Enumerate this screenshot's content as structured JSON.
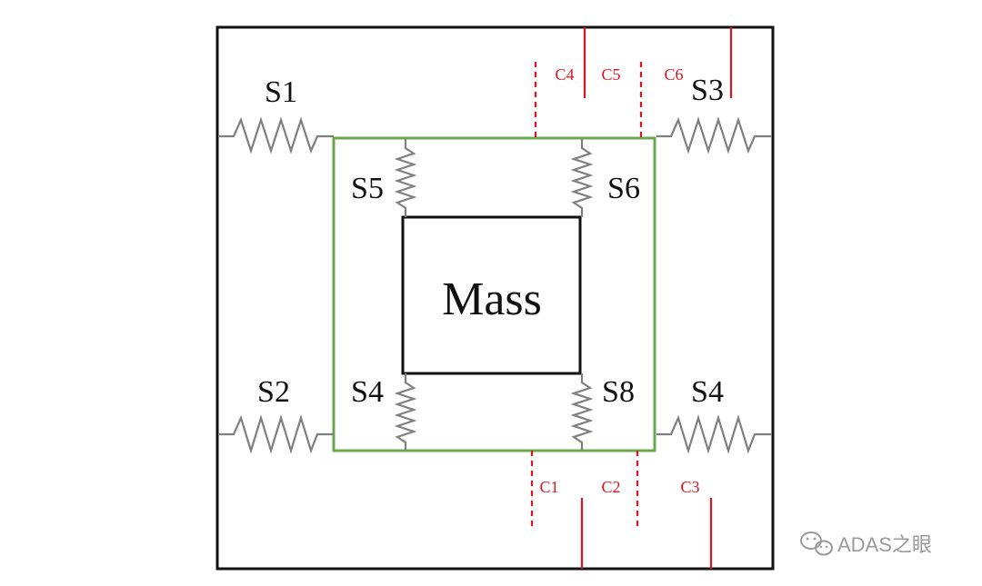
{
  "diagram": {
    "mass_label": "Mass",
    "spring_labels": {
      "s1": "S1",
      "s2": "S2",
      "s3": "S3",
      "s4_right": "S4",
      "s5": "S5",
      "s6": "S6",
      "s4_inner": "S4",
      "s8": "S8"
    },
    "electrode_labels": {
      "c1": "C1",
      "c2": "C2",
      "c3": "C3",
      "c4": "C4",
      "c5": "C5",
      "c6": "C6"
    }
  },
  "watermark": {
    "text": "ADAS之眼",
    "icon": "wechat-icon"
  },
  "colors": {
    "frame": "#111111",
    "inner_frame": "#6aa84f",
    "spring": "#7f7f7f",
    "electrode": "#e0141e",
    "watermark": "#9a9a9a"
  }
}
